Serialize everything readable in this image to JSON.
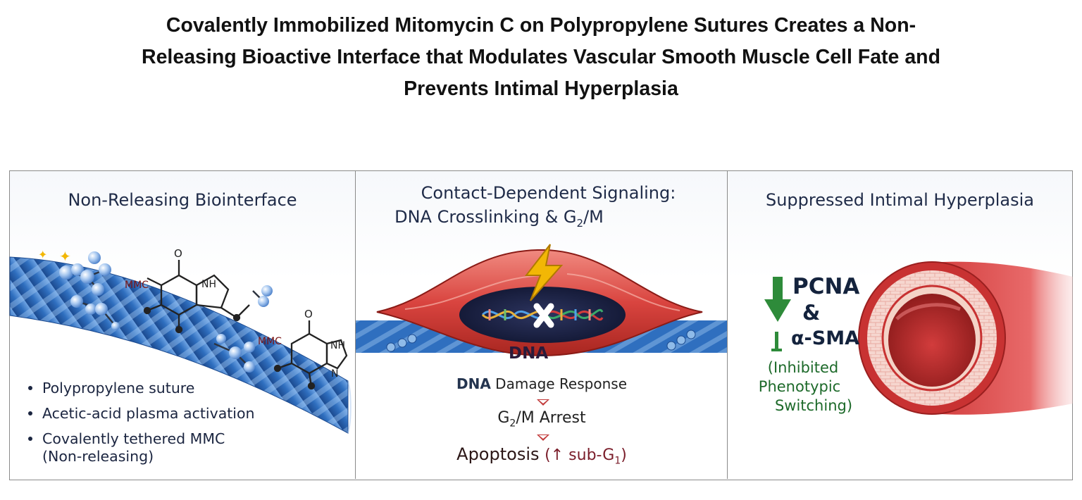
{
  "title": {
    "line1": "Covalently Immobilized Mitomycin C on Polypropylene Sutures Creates a Non-",
    "line2": "Releasing Bioactive Interface that Modulates Vascular Smooth Muscle Cell Fate and",
    "line3": "Prevents Intimal Hyperplasia"
  },
  "panel1": {
    "title": "Non-Releasing Biointerface",
    "mmc_label": "MMC",
    "nh_label": "NH",
    "o_label": "O",
    "n_label": "N",
    "bullets": [
      "Polypropylene suture",
      "Acetic-acid plasma activation",
      "Covalently tethered MMC",
      "(Non-releasing)"
    ],
    "colors": {
      "suture": "#2f6fbf",
      "molecule": "#5b90d8",
      "mmc_text": "#7a1515"
    }
  },
  "panel2": {
    "title_line1": "Contact-Dependent Signaling:",
    "title_line2_prefix": "DNA Crosslinking & G",
    "title_line2_sub": "2",
    "title_line2_suffix": "/M",
    "dna_label": "DNA",
    "step1_bold": "DNA",
    "step1_rest": " Damage Response",
    "step2_prefix": "G",
    "step2_sub": "2",
    "step2_suffix": "/M Arrest",
    "step3_main": "Apoptosis",
    "step3_paren_open": "(",
    "step3_arrow": "↑",
    "step3_subg": " sub-G",
    "step3_sub": "1",
    "step3_paren_close": ")",
    "icons": [
      "lightning-bolt-icon",
      "x-mark-icon",
      "dna-helix-icon"
    ],
    "colors": {
      "cell": "#d9443f",
      "arrow": "#c23a3a",
      "bolt": "#f2b705"
    }
  },
  "panel3": {
    "title": "Suppressed Intimal Hyperplasia",
    "pcna": "PCNA",
    "amp": "&",
    "asma": "α-SMA",
    "inhibited_line1": "(Inhibited",
    "inhibited_line2": "Phenotypic",
    "inhibited_line3": "Switching)",
    "icons": [
      "down-arrow-icon",
      "inhibition-bar-icon",
      "blood-vessel-icon"
    ],
    "colors": {
      "arrow": "#2e8b3a",
      "vessel": "#d23c3c",
      "text_green": "#1d6a2a"
    }
  }
}
